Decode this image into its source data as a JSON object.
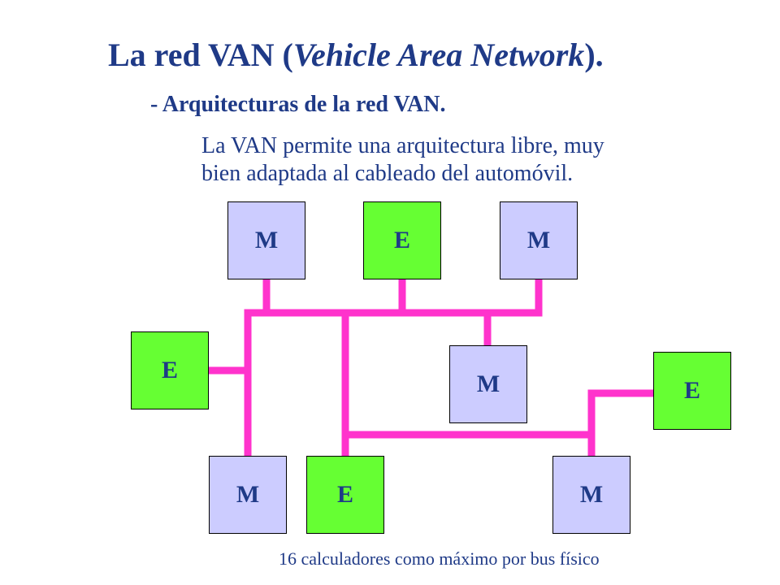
{
  "title": {
    "main": "La red VAN (",
    "italic": "Vehicle Area Network",
    "end": ")."
  },
  "subtitle": "- Arquitecturas de la red VAN.",
  "description": {
    "line1": "La VAN permite una arquitectura libre, muy",
    "line2": "bien adaptada al cableado del automóvil."
  },
  "nodes": [
    {
      "id": "top-1",
      "label": "M",
      "kind": "M"
    },
    {
      "id": "top-2",
      "label": "E",
      "kind": "E"
    },
    {
      "id": "top-3",
      "label": "M",
      "kind": "M"
    },
    {
      "id": "left",
      "label": "E",
      "kind": "E"
    },
    {
      "id": "center",
      "label": "M",
      "kind": "M"
    },
    {
      "id": "right",
      "label": "E",
      "kind": "E"
    },
    {
      "id": "bottom-1",
      "label": "M",
      "kind": "M"
    },
    {
      "id": "bottom-2",
      "label": "E",
      "kind": "E"
    },
    {
      "id": "bottom-3",
      "label": "M",
      "kind": "M"
    }
  ],
  "footnote": "16 calculadores como máximo por bus físico",
  "colors": {
    "text": "#1f3a87",
    "bus": "#ff33cc",
    "node_m": "#ccccff",
    "node_e": "#66ff33"
  }
}
